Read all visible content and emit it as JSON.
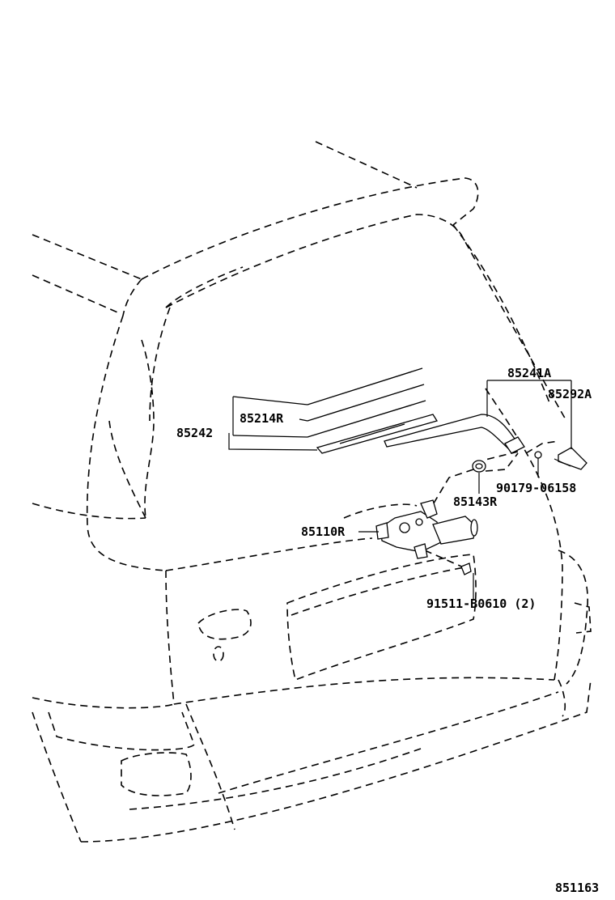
{
  "diagram": {
    "figure_number": "851163",
    "callouts": {
      "arm": "85241A",
      "cap": "85292A",
      "nut": "90179-06158",
      "pivot": "85143R",
      "blade_assy": "85242",
      "blade_rubber": "85214R",
      "motor": "85110R",
      "bolt": "91511-B0610 (2)"
    }
  }
}
